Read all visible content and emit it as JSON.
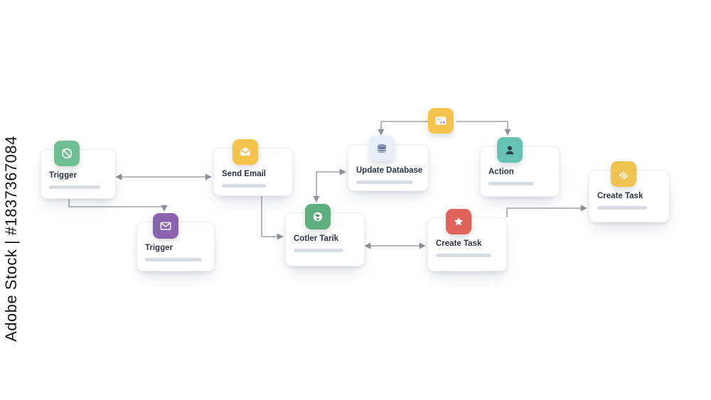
{
  "watermark": {
    "text": "Adobe Stock | #1837367084"
  },
  "nodes": [
    {
      "id": "trigger-green",
      "label": "Trigger",
      "icon": "ban-icon",
      "icon_color": "#6FBE92"
    },
    {
      "id": "trigger-purple",
      "label": "Trigger",
      "icon": "envelope-icon",
      "icon_color": "#8A63B1"
    },
    {
      "id": "send-email",
      "label": "Send Email",
      "icon": "mail-icon",
      "icon_color": "#F5C44C"
    },
    {
      "id": "cotler-tarik",
      "label": "Cotler Tarik",
      "icon": "globe-icon",
      "icon_color": "#5FAE7E"
    },
    {
      "id": "update-database",
      "label": "Update Database",
      "icon": "database-icon",
      "icon_color": "#E9EDF5"
    },
    {
      "id": "badge",
      "label": "",
      "icon": "card-icon",
      "icon_color": "#F5C44C"
    },
    {
      "id": "action",
      "label": "Action",
      "icon": "user-icon",
      "icon_color": "#66C2B2"
    },
    {
      "id": "create-task-red",
      "label": "Create Task",
      "icon": "star-icon",
      "icon_color": "#E0635A"
    },
    {
      "id": "create-task-yellow",
      "label": "Create Task",
      "icon": "tasks-icon",
      "icon_color": "#F0C24F"
    }
  ],
  "edges": [
    {
      "from": "trigger-green",
      "to": "send-email",
      "direction": "bidirectional"
    },
    {
      "from": "trigger-green",
      "to": "trigger-purple",
      "direction": "forward"
    },
    {
      "from": "send-email",
      "to": "cotler-tarik",
      "direction": "forward"
    },
    {
      "from": "cotler-tarik",
      "to": "update-database",
      "direction": "bidirectional"
    },
    {
      "from": "badge",
      "to": "update-database",
      "direction": "forward"
    },
    {
      "from": "badge",
      "to": "action",
      "direction": "forward"
    },
    {
      "from": "cotler-tarik",
      "to": "create-task-red",
      "direction": "bidirectional"
    },
    {
      "from": "create-task-red",
      "to": "create-task-yellow",
      "direction": "forward"
    }
  ],
  "colors": {
    "connector": "#8A8F98",
    "card_border": "#ECEEF2",
    "label": "#2B3443",
    "placeholder_bar": "#D7DCE3",
    "background": "#FFFFFF"
  }
}
